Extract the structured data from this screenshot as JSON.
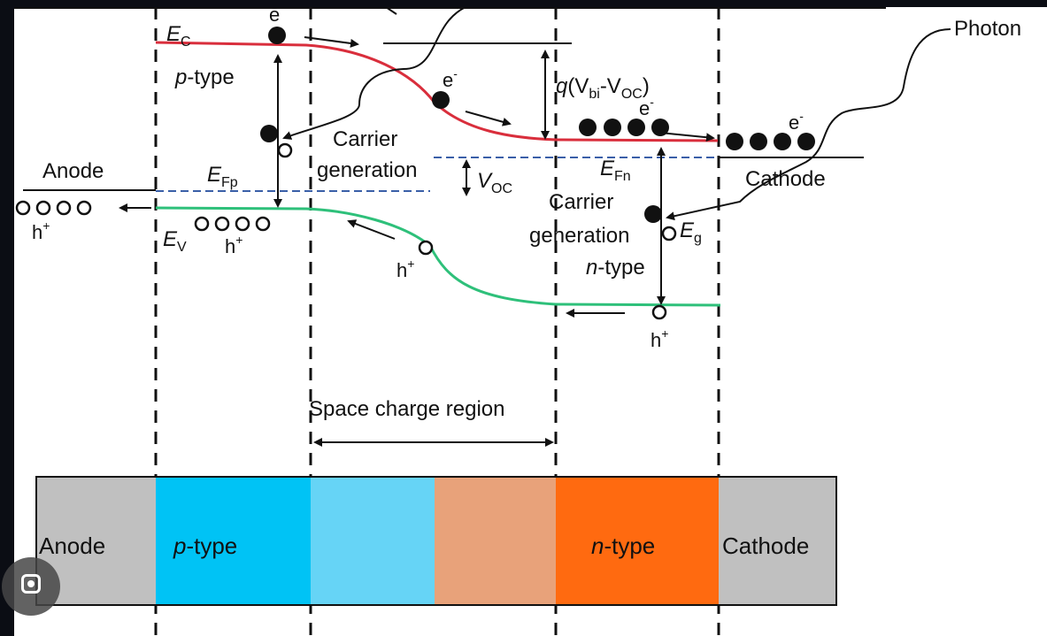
{
  "labels": {
    "photon": "Photon",
    "ec": "E",
    "ec_sub": "C",
    "e_top": "e",
    "p_type": "p",
    "type_suffix": "-type",
    "e_minus_mid": "e",
    "minus": "-",
    "q_part1": "q",
    "q_part2": "(V",
    "q_sub1": "bi",
    "q_part3": "-V",
    "q_sub2": "OC",
    "q_part4": ")",
    "e_minus_right": "e",
    "e_minus_far": "e",
    "carrier": "Carrier",
    "generation": "generation",
    "anode": "Anode",
    "efp": "E",
    "efp_sub": "Fp",
    "voc": "V",
    "voc_sub": "OC",
    "efn": "E",
    "efn_sub": "Fn",
    "cathode": "Cathode",
    "hplus": "h",
    "plus": "+",
    "ev": "E",
    "ev_sub": "V",
    "eg": "E",
    "eg_sub": "g",
    "n_type": "n",
    "space_charge": "Space charge region"
  },
  "bar": {
    "anode": "Anode",
    "p": "p",
    "p_suffix": "-type",
    "n": "n",
    "n_suffix": "-type",
    "cathode": "Cathode"
  },
  "colors": {
    "conduction_band": "#d92e3c",
    "valence_band": "#2ec07a",
    "fermi_level": "#3a5fa8",
    "anode_fill": "#c0c0c0",
    "p_type_fill": "#00c3f5",
    "p_depletion_fill": "#66d4f6",
    "n_depletion_fill": "#e8a27a",
    "n_type_fill": "#ff6a10",
    "cathode_fill": "#c0c0c0"
  }
}
